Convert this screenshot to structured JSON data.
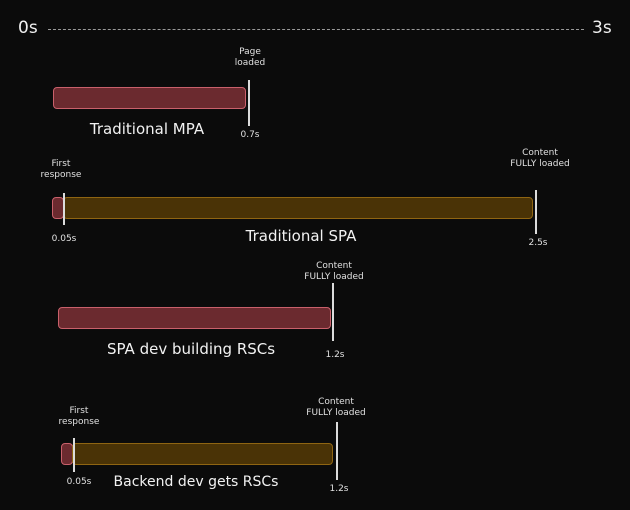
{
  "axis": {
    "start_label": "0s",
    "end_label": "3s"
  },
  "rows": [
    {
      "title": "Traditional MPA",
      "annotations": [
        {
          "label": "Page loaded",
          "time": "0.7s"
        }
      ]
    },
    {
      "title": "Traditional SPA",
      "annotations": [
        {
          "label": "First response",
          "time": "0.05s"
        },
        {
          "label": "Content FULLY loaded",
          "time": "2.5s"
        }
      ]
    },
    {
      "title": "SPA dev building RSCs",
      "annotations": [
        {
          "label": "Content FULLY loaded",
          "time": "1.2s"
        }
      ]
    },
    {
      "title": "Backend dev gets RSCs",
      "annotations": [
        {
          "label": "First response",
          "time": "0.05s"
        },
        {
          "label": "Content FULLY loaded",
          "time": "1.2s"
        }
      ]
    }
  ],
  "colors": {
    "server_segment": "#6b2a2f",
    "client_segment": "#4a3306",
    "background": "#0b0b0b"
  }
}
